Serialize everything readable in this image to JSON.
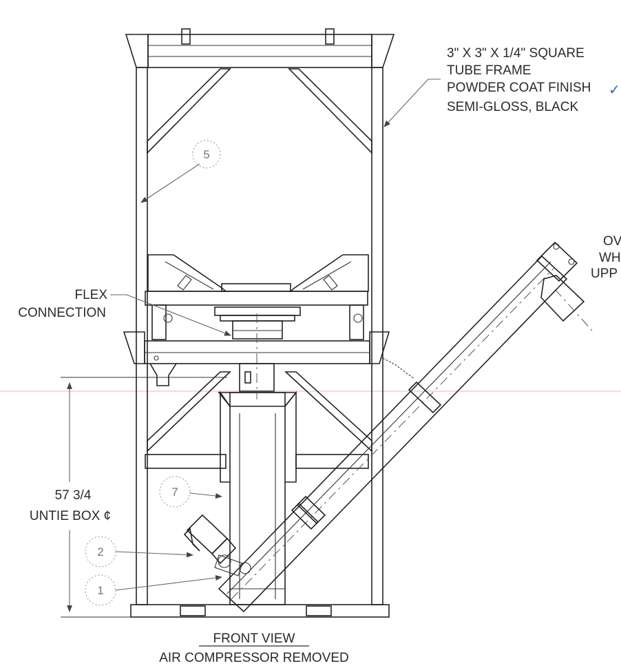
{
  "frame_note": {
    "line1": "3\" X 3\" X 1/4\" SQUARE",
    "line2": "TUBE FRAME",
    "line3": "POWDER COAT FINISH",
    "line4": "SEMI-GLOSS, BLACK"
  },
  "check_mark": "✓",
  "cut_off_note": {
    "line1": "OV",
    "line2": "WH",
    "line3": "UPP"
  },
  "flex_label": {
    "line1": "FLEX",
    "line2": "CONNECTION"
  },
  "dimension": {
    "value": "57 3/4",
    "label": "UNTIE BOX ¢"
  },
  "balloons": {
    "b5": "5",
    "b7": "7",
    "b2": "2",
    "b1": "1"
  },
  "view_title": "FRONT VIEW",
  "view_subtitle": "AIR COMPRESSOR REMOVED",
  "colors": {
    "check": "#2a5bd7",
    "pink_line": "#e7b3cf"
  }
}
